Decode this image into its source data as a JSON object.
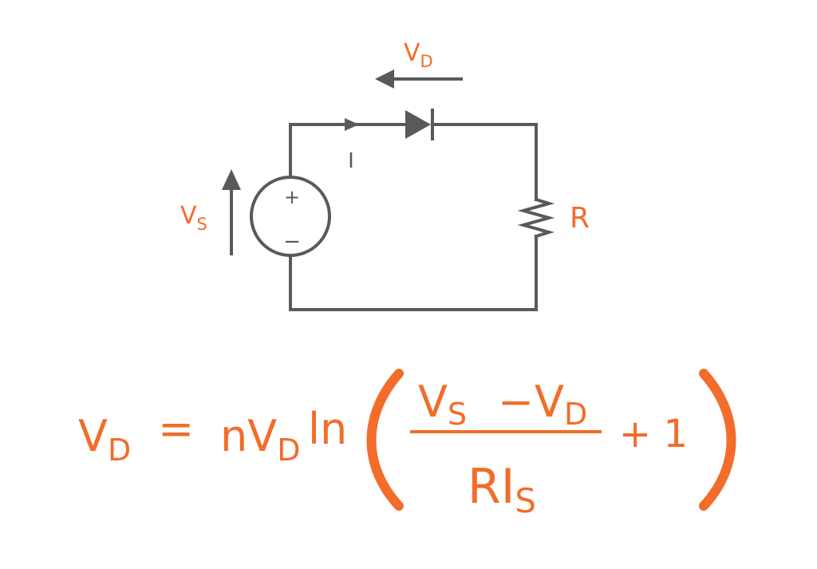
{
  "colors": {
    "accent": "#f26c2a",
    "wire": "#58595b",
    "background": "#ffffff"
  },
  "circuit": {
    "diode_voltage": {
      "main": "V",
      "sub": "D"
    },
    "current": "I",
    "source_voltage": {
      "main": "V",
      "sub": "S"
    },
    "resistor": "R",
    "source_plus": "+",
    "source_minus": "−"
  },
  "equation": {
    "lhs": {
      "main": "V",
      "sub": "D"
    },
    "equals": "=",
    "n": "n",
    "vd": {
      "main": "V",
      "sub": "D"
    },
    "ln": "ln",
    "numerator": {
      "vs": {
        "main": "V",
        "sub": "S"
      },
      "minus": "−",
      "vd": {
        "main": "V",
        "sub": "D"
      }
    },
    "denominator": {
      "r": "RI",
      "sub": "S"
    },
    "plus_one": "+ 1"
  }
}
